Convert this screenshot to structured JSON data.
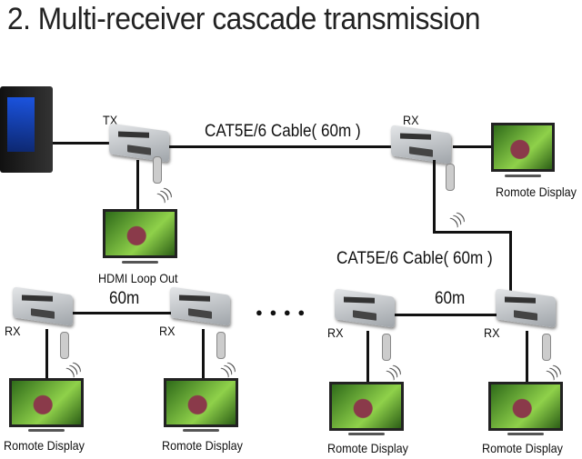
{
  "title": "2. Multi-receiver cascade transmission",
  "tx_label": "TX",
  "rx_label": "RX",
  "cable_label": "CAT5E/6 Cable( 60m )",
  "short_cable_label": "60m",
  "display_label": "Romote Display",
  "loop_label": "HDMI Loop Out",
  "ellipsis": "● ● ● ●"
}
